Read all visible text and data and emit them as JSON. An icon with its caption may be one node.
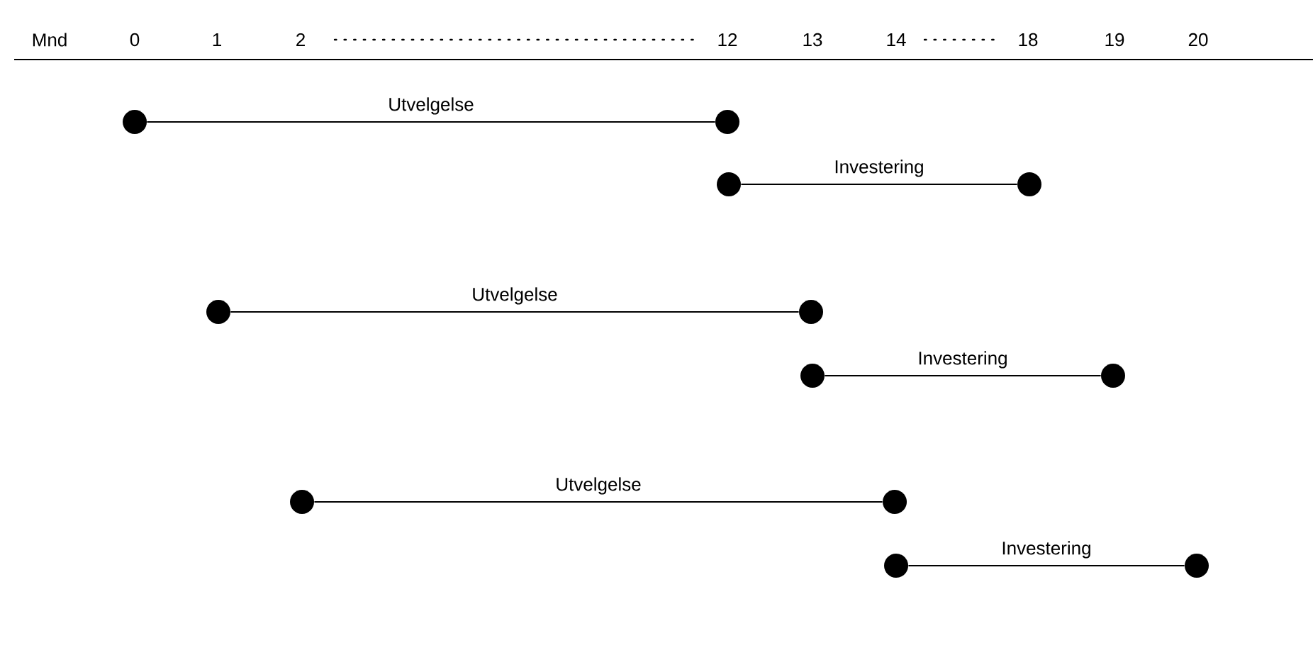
{
  "diagram": {
    "nodes": [
      {
        "text": [],
        "shape": "circle"
      },
      {
        "text": [],
        "shape": "circle"
      },
      {
        "text": [],
        "shape": "circle"
      },
      {
        "text": [],
        "shape": "circle"
      },
      {
        "text": [],
        "shape": "circle"
      },
      {
        "text": [],
        "shape": "circle"
      },
      {
        "text": [],
        "shape": "circle"
      },
      {
        "text": [],
        "shape": "circle"
      },
      {
        "text": [],
        "shape": "circle"
      },
      {
        "text": [],
        "shape": "circle"
      },
      {
        "text": [],
        "shape": "circle"
      },
      {
        "text": [],
        "shape": "circle"
      }
    ],
    "edges": [
      {
        "from": 0,
        "to": 1,
        "arrow": "none",
        "label": "Utvelgelse"
      },
      {
        "from": 2,
        "to": 3,
        "arrow": "none",
        "label": "Investering"
      },
      {
        "from": 4,
        "to": 5,
        "arrow": "none",
        "label": "Utvelgelse"
      },
      {
        "from": 6,
        "to": 7,
        "arrow": "none",
        "label": "Investering"
      },
      {
        "from": 8,
        "to": 9,
        "arrow": "none",
        "label": "Utvelgelse"
      },
      {
        "from": 10,
        "to": 11,
        "arrow": "none",
        "label": "Investering"
      }
    ],
    "labels": [
      "Mnd",
      "0",
      "1",
      "2",
      "12",
      "13",
      "14",
      "18",
      "19",
      "20"
    ]
  }
}
